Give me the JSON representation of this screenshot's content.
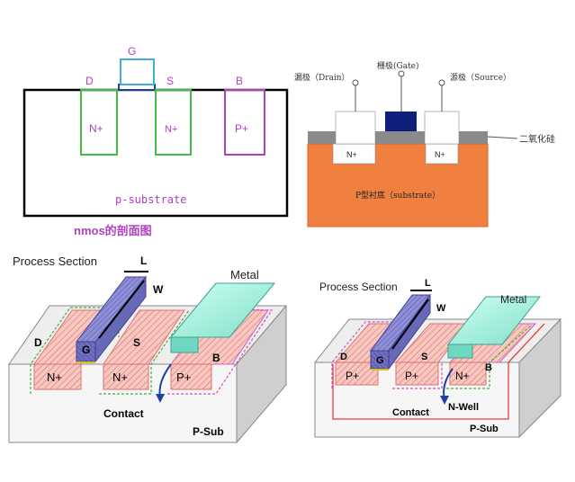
{
  "colors": {
    "purple": "#b040c0",
    "green": "#40c040",
    "cyan": "#40b0d8",
    "blue": "#2040a0",
    "orange": "#f08040",
    "navy": "#10207a",
    "gray": "#909090",
    "nplus_fill": "#f0b0a8",
    "gate_fill": "#8080d0",
    "metal_fill": "#a0f0e0"
  },
  "panel1": {
    "gate": "G",
    "drain": "D",
    "source": "S",
    "bulk": "B",
    "nplus_left": "N+",
    "nplus_right": "N+",
    "pplus": "P+",
    "substrate": "p-substrate",
    "caption": "nmos的剖面图"
  },
  "panel2": {
    "drain": "漏极（Drain）",
    "gate": "栅极(Gate)",
    "source": "源极（Source）",
    "oxide": "二氧化硅",
    "nplus_left": "N+",
    "nplus_right": "N+",
    "substrate": "P型衬底（substrate）"
  },
  "panel3": {
    "title": "Process Section",
    "length": "L",
    "width": "W",
    "metal": "Metal",
    "drain": "D",
    "gate": "G",
    "source": "S",
    "bulk": "B",
    "region1": "N+",
    "region2": "N+",
    "region3": "P+",
    "contact": "Contact",
    "sub": "P-Sub"
  },
  "panel4": {
    "title": "Process Section",
    "length": "L",
    "width": "W",
    "metal": "Metal",
    "drain": "D",
    "gate": "G",
    "source": "S",
    "bulk": "B",
    "region1": "P+",
    "region2": "P+",
    "region3": "N+",
    "contact": "Contact",
    "well": "N-Well",
    "sub": "P-Sub"
  }
}
